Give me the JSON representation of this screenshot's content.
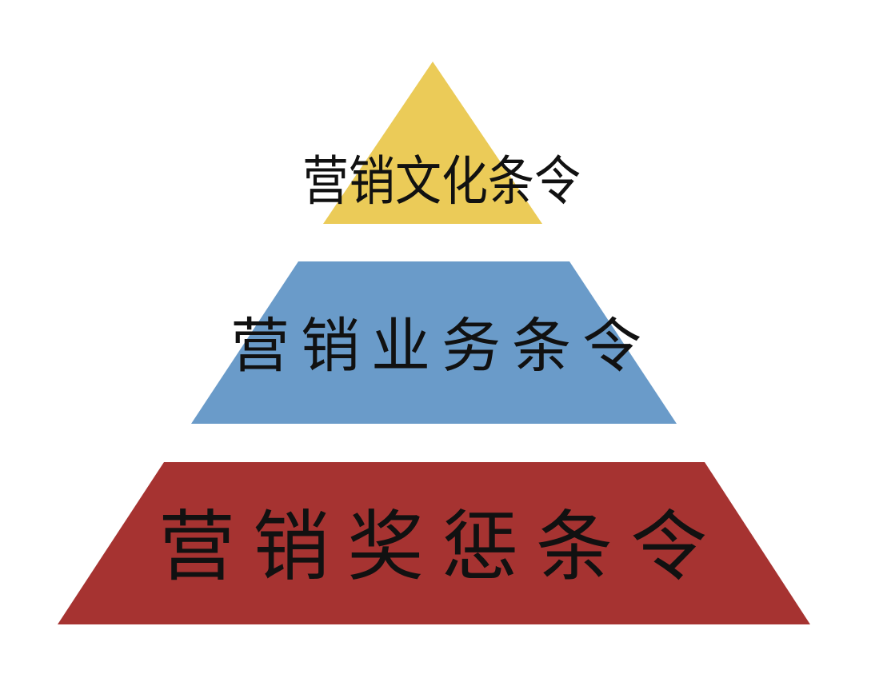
{
  "pyramid": {
    "tiers": [
      {
        "label": "营销文化条令",
        "color": "#EBCB58"
      },
      {
        "label": "营销业务条令",
        "color": "#6A9BC9"
      },
      {
        "label": "营销奖惩条令",
        "color": "#A63331"
      }
    ]
  }
}
